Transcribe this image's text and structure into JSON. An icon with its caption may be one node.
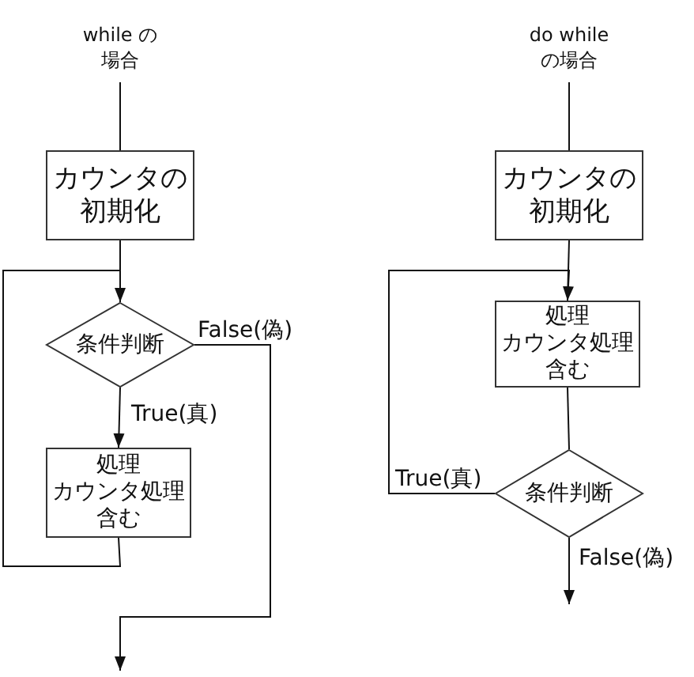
{
  "diagram": {
    "nodes": [
      {
        "text": [
          "while の場合"
        ]
      },
      {
        "text": [
          "カウンタの初期化"
        ]
      },
      {
        "text": [
          "条件判断"
        ]
      },
      {
        "text": [
          "処理",
          "カウンタ処理",
          "含む"
        ]
      },
      {
        "text": [
          "do while の場合"
        ]
      },
      {
        "text": [
          "カウンタの初期化"
        ]
      },
      {
        "text": [
          "処理",
          "カウンタ処理",
          "含む"
        ]
      },
      {
        "text": [
          "条件判断"
        ]
      }
    ],
    "edges": [
      {
        "from": 0,
        "to": 1,
        "arrow": "none"
      },
      {
        "from": 1,
        "to": 2,
        "arrow": "none"
      },
      {
        "from": 2,
        "to": 3,
        "arrow": "to",
        "label": "True(真)"
      },
      {
        "from": 3,
        "to": 2,
        "arrow": "to"
      },
      {
        "from": 2,
        "to": null,
        "arrow": "to",
        "label": "False(偽)"
      },
      {
        "from": 4,
        "to": 5,
        "arrow": "none"
      },
      {
        "from": 5,
        "to": 6,
        "arrow": "none"
      },
      {
        "from": 6,
        "to": 7,
        "arrow": "none"
      },
      {
        "from": 7,
        "to": 6,
        "arrow": "to",
        "label": "True(真)"
      },
      {
        "from": 7,
        "to": null,
        "arrow": "to",
        "label": "False(偽)"
      }
    ]
  }
}
